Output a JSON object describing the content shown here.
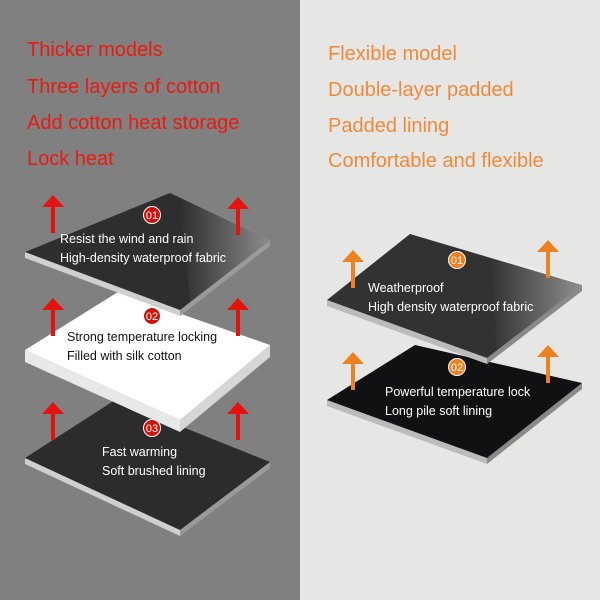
{
  "left": {
    "titles": [
      "Thicker models",
      "Three layers of cotton",
      "Add cotton heat storage",
      "Lock heat"
    ],
    "layers": [
      {
        "badge": "01",
        "line1": "Resist the wind and rain",
        "line2": "High-density waterproof fabric"
      },
      {
        "badge": "02",
        "line1": "Strong temperature locking",
        "line2": "Filled with silk cotton"
      },
      {
        "badge": "03",
        "line1": "Fast warming",
        "line2": "Soft brushed lining"
      }
    ],
    "accent": "#ea1a10"
  },
  "right": {
    "titles": [
      "Flexible model",
      "Double-layer padded",
      "Padded lining",
      "Comfortable and flexible"
    ],
    "layers": [
      {
        "badge": "01",
        "line1": "Weatherproof",
        "line2": "High density waterproof fabric"
      },
      {
        "badge": "02",
        "line1": "Powerful temperature lock",
        "line2": "Long pile soft lining"
      }
    ],
    "accent": "#ef8a3c"
  }
}
